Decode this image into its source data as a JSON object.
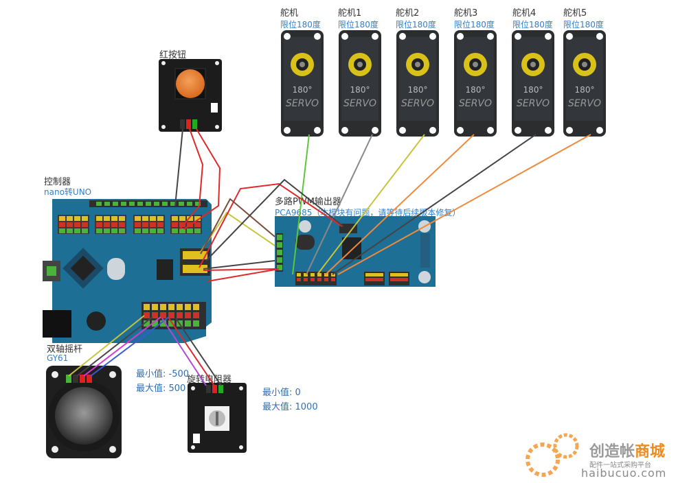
{
  "servos": [
    {
      "name": "舵机",
      "limit": "限位180度",
      "dial": "180°",
      "brand": "SERVO"
    },
    {
      "name": "舵机1",
      "limit": "限位180度",
      "dial": "180°",
      "brand": "SERVO"
    },
    {
      "name": "舵机2",
      "limit": "限位180度",
      "dial": "180°",
      "brand": "SERVO"
    },
    {
      "name": "舵机3",
      "limit": "限位180度",
      "dial": "180°",
      "brand": "SERVO"
    },
    {
      "name": "舵机4",
      "limit": "限位180度",
      "dial": "180°",
      "brand": "SERVO"
    },
    {
      "name": "舵机5",
      "limit": "限位180度",
      "dial": "180°",
      "brand": "SERVO"
    }
  ],
  "button": {
    "name": "红按钮"
  },
  "controller": {
    "name": "控制器",
    "subtitle": "nano转UNO"
  },
  "pwm": {
    "name": "多路PWM输出器",
    "subtitle": "PCA9685（本模块有问题，请等待后续版本修复）"
  },
  "joystick": {
    "name": "双轴摇杆",
    "subtitle": "GY61",
    "min": "最小值: -500",
    "max": "最大值: 500"
  },
  "pot": {
    "name": "旋转电阻器",
    "min": "最小值: 0",
    "max": "最大值: 1000"
  },
  "watermark": {
    "cn1": "创造",
    "cn2": "帐",
    "cn3": "商城",
    "small": "配件一站式采购平台",
    "en": "haibucuo.com"
  },
  "colors": {
    "board": "#1e6f96",
    "header": "#2f2f2f",
    "servo": "#2b2d2f",
    "horn": "#d8c21a",
    "wire_green": "#5cc63c",
    "wire_orange": "#ef8a3c",
    "wire_red": "#e0282b",
    "wire_dark": "#444444",
    "wire_yellow": "#c8c43a"
  }
}
